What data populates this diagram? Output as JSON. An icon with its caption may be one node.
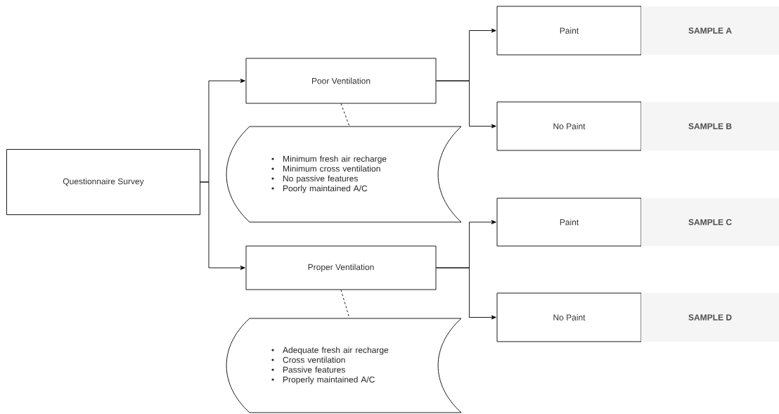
{
  "diagram": {
    "nodes": [
      {
        "text": [
          "Questionnaire Survey"
        ]
      },
      {
        "text": [
          "Poor Ventilation"
        ]
      },
      {
        "text": [
          "Minimum fresh air recharge",
          "Minimum cross ventilation",
          "No passive features",
          "Poorly maintained A/C"
        ]
      },
      {
        "text": [
          "Paint"
        ]
      },
      {
        "text": [
          "SAMPLE A"
        ]
      },
      {
        "text": [
          "No Paint"
        ]
      },
      {
        "text": [
          "SAMPLE B"
        ]
      },
      {
        "text": [
          "Proper Ventilation"
        ]
      },
      {
        "text": [
          "Adequate fresh air recharge",
          "Cross ventilation",
          "Passive features",
          "Properly maintained A/C"
        ]
      },
      {
        "text": [
          "Paint"
        ]
      },
      {
        "text": [
          "SAMPLE C"
        ]
      },
      {
        "text": [
          "No Paint"
        ]
      },
      {
        "text": [
          "SAMPLE D"
        ]
      }
    ],
    "edges": [
      {
        "from": 0,
        "to": 1,
        "arrow": "to"
      },
      {
        "from": 0,
        "to": 7,
        "arrow": "to"
      },
      {
        "from": 1,
        "to": 2,
        "arrow": "none",
        "style": "dashed"
      },
      {
        "from": 1,
        "to": 3,
        "arrow": "to"
      },
      {
        "from": 1,
        "to": 5,
        "arrow": "to"
      },
      {
        "from": 7,
        "to": 8,
        "arrow": "none",
        "style": "dashed"
      },
      {
        "from": 7,
        "to": 9,
        "arrow": "to"
      },
      {
        "from": 7,
        "to": 11,
        "arrow": "to"
      }
    ]
  }
}
